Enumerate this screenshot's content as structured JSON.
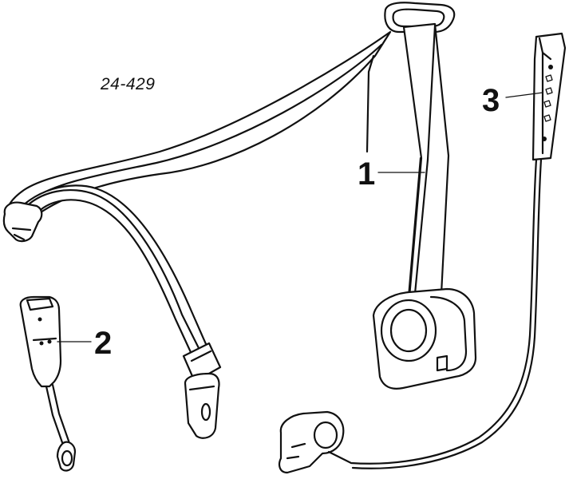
{
  "diagram": {
    "reference_number": "24-429",
    "callouts": [
      {
        "id": "1",
        "label": "1"
      },
      {
        "id": "2",
        "label": "2"
      },
      {
        "id": "3",
        "label": "3"
      }
    ],
    "line_color": "#111111",
    "background_color": "#ffffff"
  }
}
